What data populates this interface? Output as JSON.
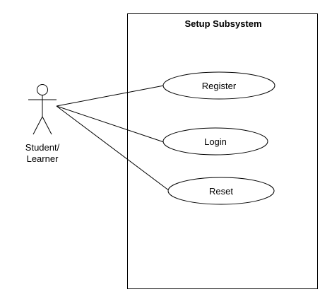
{
  "system": {
    "title": "Setup Subsystem"
  },
  "actor": {
    "label_line1": "Student/",
    "label_line2": "Learner"
  },
  "use_cases": [
    {
      "label": "Register"
    },
    {
      "label": "Login"
    },
    {
      "label": "Reset"
    }
  ],
  "colors": {
    "stroke": "#000000",
    "background": "#ffffff"
  }
}
